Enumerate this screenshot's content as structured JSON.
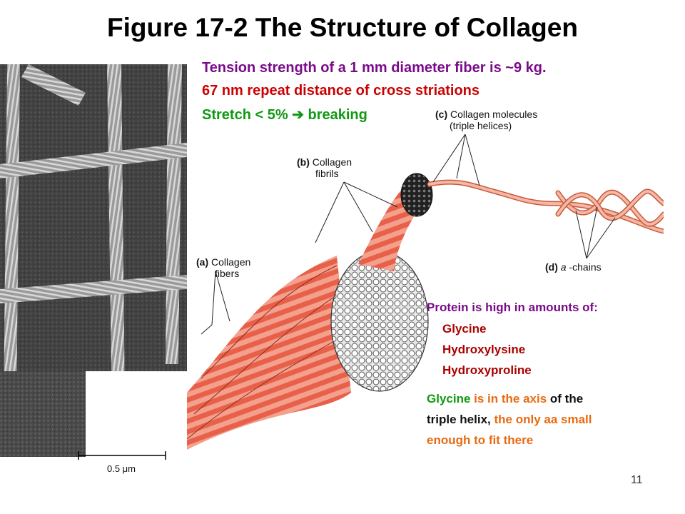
{
  "title": "Figure 17-2 The Structure of Collagen",
  "facts": {
    "tension": "Tension strength of a 1 mm diameter fiber is ~9 kg.",
    "repeat": "67 nm repeat distance of cross striations",
    "stretch": "Stretch < 5% ➔ breaking"
  },
  "micrograph": {
    "scale_bar": "0.5 μm"
  },
  "labels": {
    "a": {
      "letter": "(a)",
      "line1": "Collagen",
      "line2": "fibers"
    },
    "b": {
      "letter": "(b)",
      "line1": "Collagen",
      "line2": "fibrils"
    },
    "c": {
      "letter": "(c)",
      "line1": "Collagen molecules",
      "line2": "(triple helices)"
    },
    "d": {
      "letter": "(d)",
      "symbol": "a",
      "text": "-chains"
    }
  },
  "info": {
    "heading": "Protein is high in amounts of:",
    "amino_acids": [
      "Glycine",
      "Hydroxylysine",
      "Hydroxyproline"
    ],
    "glycine_note": {
      "w1": "Glycine",
      "w2": " is in the axis",
      "w3": " of the",
      "w4": "triple helix,",
      "w5": " the only aa small",
      "w6": "enough to fit there"
    }
  },
  "page_number": "11",
  "colors": {
    "title": "#000000",
    "purple": "#7a0a8a",
    "red": "#cc0000",
    "green": "#119911",
    "orange": "#e86a10",
    "fiber": "#e8604a"
  }
}
